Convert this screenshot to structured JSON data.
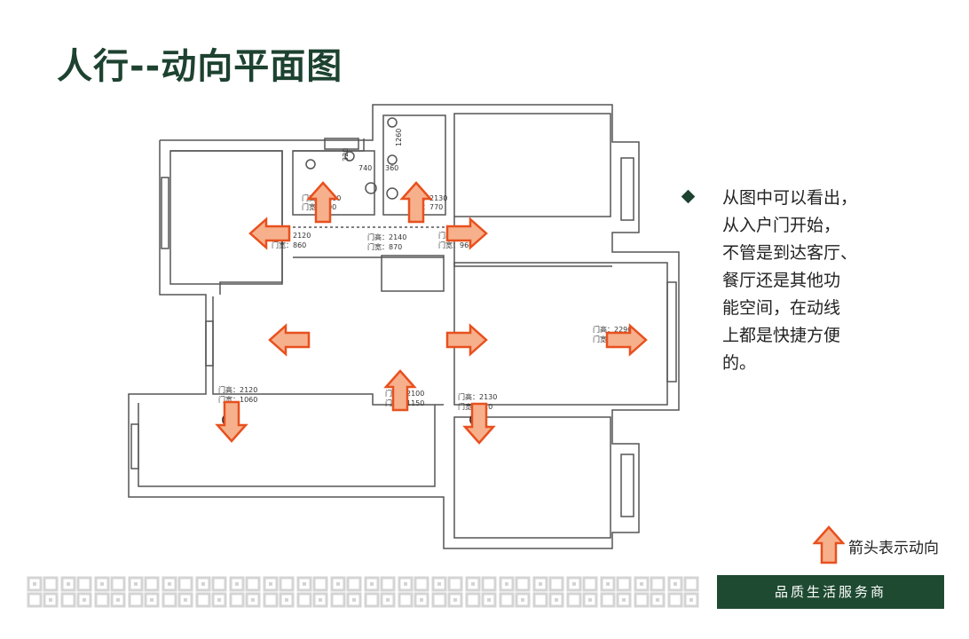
{
  "title": "人行--动向平面图",
  "notes": {
    "lines": [
      "从图中可以看出，",
      "从入户门开始，",
      "不管是到达客厅、",
      "餐厅还是其他功",
      "能空间，在动线",
      "上都是快捷方便",
      "的。"
    ]
  },
  "legend": {
    "label": "箭头表示动向"
  },
  "footer": {
    "slogan": "品质生活服务商"
  },
  "plan": {
    "wall_color": "#555555",
    "arrow_fill": "#f6b08c",
    "arrow_stroke": "#e8501e",
    "dims": {
      "d1": "1260",
      "d2": "320",
      "d3": "740",
      "d4": "360",
      "d5": "门高：2100",
      "d6": "门宽：700",
      "d7": "门高：2130",
      "d8": "门宽：770",
      "d9": "门高：2120",
      "d10": "门宽：860",
      "d11": "门高：2140",
      "d12": "门宽：870",
      "d13": "门高：2130",
      "d14": "门宽：960",
      "d15": "门高：2290",
      "d16": "门宽：2360",
      "d17": "门高：2120",
      "d18": "门宽：1060",
      "d19": "门高：2100",
      "d20": "门宽：1150",
      "d21": "门高：2130",
      "d22": "门宽：910"
    }
  }
}
